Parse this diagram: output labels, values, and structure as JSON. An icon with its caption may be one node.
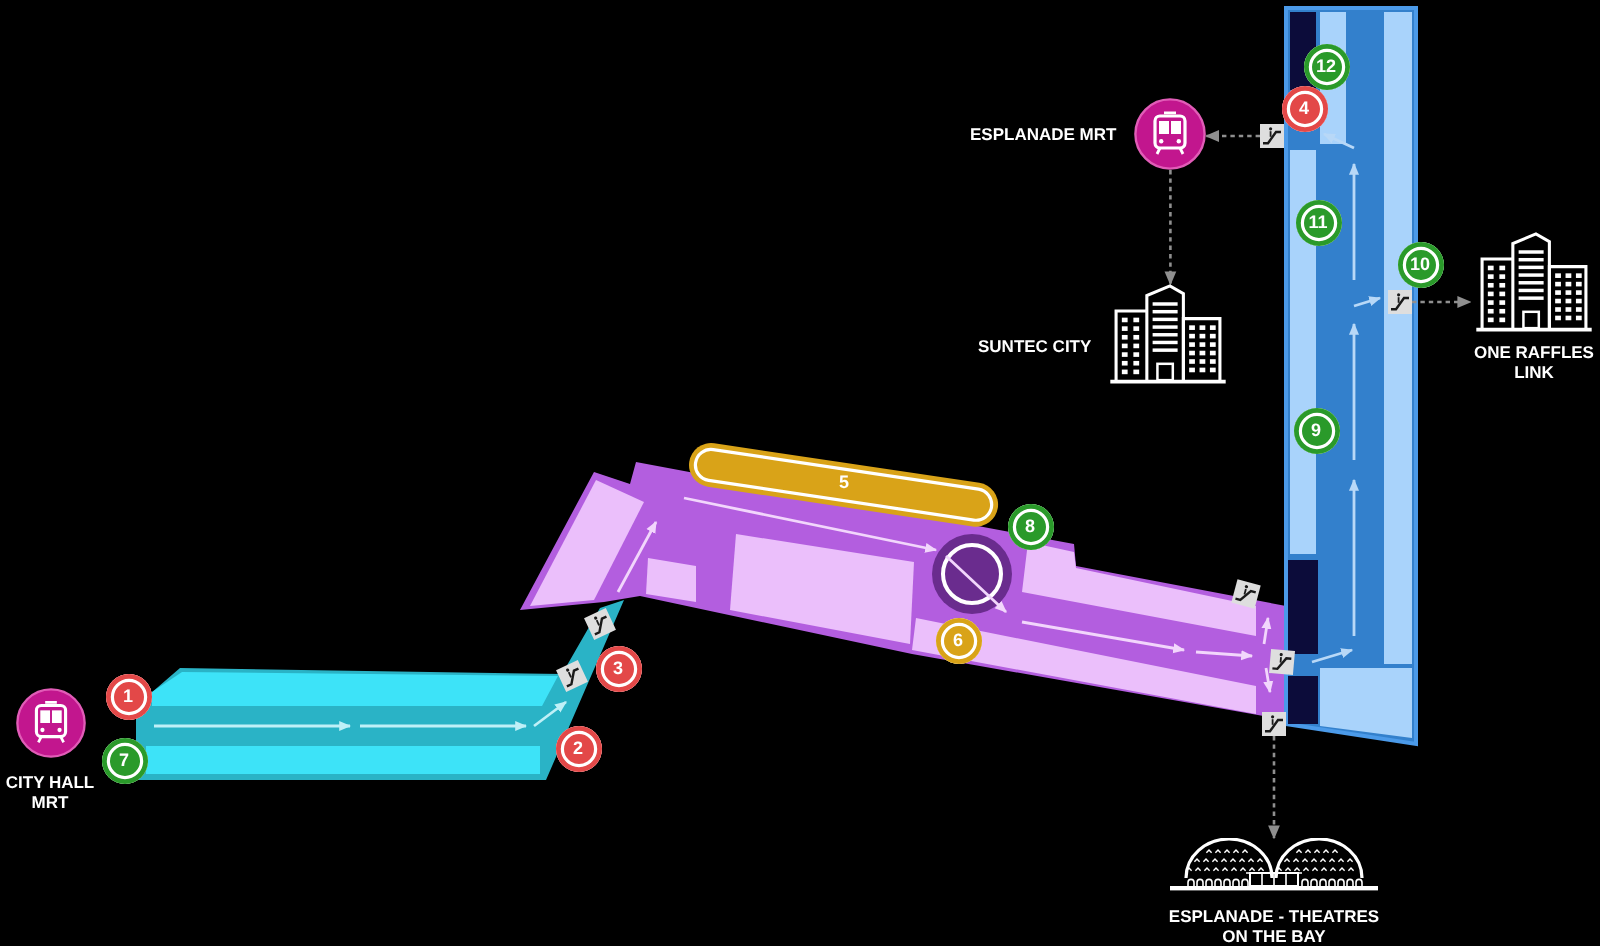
{
  "diagram": {
    "nodes": [
      {
        "text": [
          "1"
        ]
      },
      {
        "text": [
          "2"
        ]
      },
      {
        "text": [
          "3"
        ]
      },
      {
        "text": [
          "4"
        ]
      },
      {
        "text": [
          "5"
        ]
      },
      {
        "text": [
          "6"
        ]
      },
      {
        "text": [
          "7"
        ]
      },
      {
        "text": [
          "8"
        ]
      },
      {
        "text": [
          "9"
        ]
      },
      {
        "text": [
          "10"
        ]
      },
      {
        "text": [
          "11"
        ]
      },
      {
        "text": [
          "12"
        ]
      },
      {
        "text": [
          "CITY HALL MRT"
        ]
      },
      {
        "text": [
          "ESPLANADE MRT"
        ]
      },
      {
        "text": [
          "SUNTEC CITY"
        ]
      },
      {
        "text": [
          "ONE RAFFLES LINK"
        ]
      },
      {
        "text": [
          "ESPLANADE - THEATRES ON THE BAY"
        ]
      },
      {
        "text": [],
        "shape": "picture"
      },
      {
        "text": [],
        "shape": "picture"
      },
      {
        "text": [],
        "shape": "picture"
      }
    ],
    "edges": [
      {
        "from": 17,
        "to": 13,
        "arrow": "to",
        "style": "dashed"
      },
      {
        "from": 13,
        "to": 14,
        "arrow": "to",
        "style": "dashed"
      },
      {
        "from": 18,
        "to": 15,
        "arrow": "to",
        "style": "dashed"
      },
      {
        "from": 19,
        "to": 16,
        "arrow": "to",
        "style": "dashed"
      }
    ]
  }
}
